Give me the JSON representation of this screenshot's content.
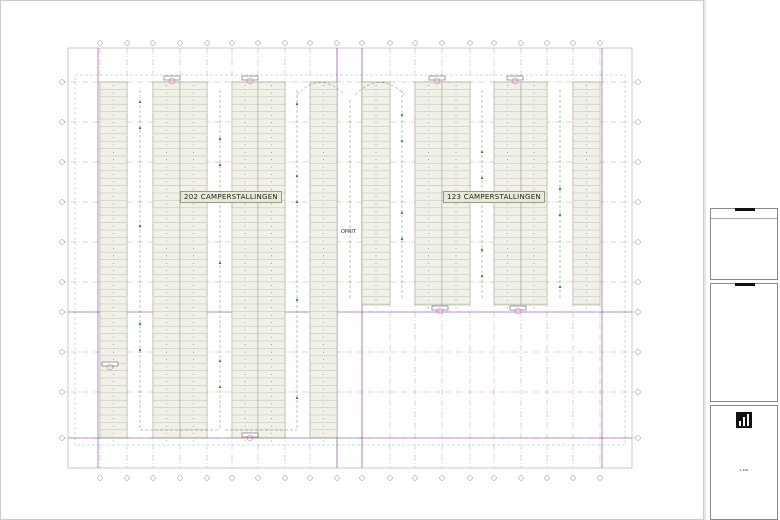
{
  "drawing": {
    "labels": {
      "left_area": "202 CAMPERSTALLINGEN",
      "right_area": "123 CAMPERSTALLINGEN",
      "ramp": "OPRIT"
    },
    "colors": {
      "stall_fill": "#f1f1e8",
      "stall_line": "#9a9a90",
      "grid_line": "#d08080",
      "axis_line": "#7a3fa0",
      "route": "#2e7d32",
      "label_bg": "#e4ecd8",
      "dim_line": "#5bc0c8"
    }
  },
  "title_block": {
    "scale": "1:100"
  }
}
